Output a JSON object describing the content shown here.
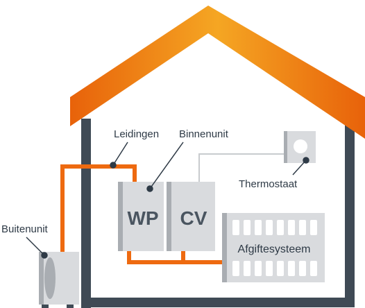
{
  "labels": {
    "leidingen": "Leidingen",
    "binnenunit": "Binnenunit",
    "thermostaat": "Thermostaat",
    "buitenunit": "Buitenunit",
    "wp": "WP",
    "cv": "CV",
    "afgiftesysteem": "Afgiftesysteem"
  },
  "colors": {
    "roof_light": "#f5a623",
    "roof_dark": "#e8620a",
    "pipe": "#ee6a10",
    "wall": "#3f4a55",
    "unit": "#d9dbde",
    "unit_edge": "#a9adb2",
    "leader": "#2e3a46",
    "wire": "#c8cbce"
  }
}
